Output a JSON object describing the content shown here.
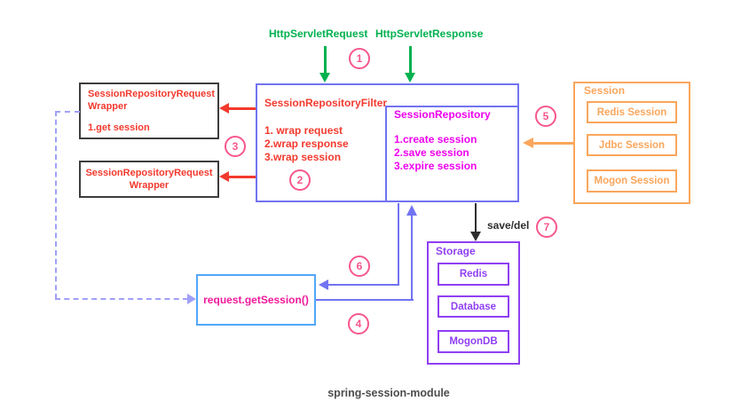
{
  "diagram_title": "spring-session-module",
  "inputs": {
    "request_label": "HttpServletRequest",
    "response_label": "HttpServletResponse"
  },
  "filter_box": {
    "title": "SessionRepositoryFilter",
    "items": [
      "1. wrap request",
      "2.wrap response",
      "3.wrap session"
    ]
  },
  "repository_box": {
    "title": "SessionRepository",
    "items": [
      "1.create session",
      "2.save session",
      "3.expire session"
    ]
  },
  "wrapper_top_box": {
    "title_line1": "SessionRepositoryRequest",
    "title_line2": "Wrapper",
    "note": "1.get session"
  },
  "wrapper_bottom_box": {
    "title_line1": "SessionRepositoryRequest",
    "title_line2": "Wrapper"
  },
  "session_box": {
    "title": "Session",
    "items": [
      "Redis Session",
      "Jdbc Session",
      "Mogon Session"
    ]
  },
  "storage_box": {
    "title": "Storage",
    "items": [
      "Redis",
      "Database",
      "MogonDB"
    ]
  },
  "get_session_box": {
    "label": "request.getSession()"
  },
  "annotations": {
    "save_del": "save/del"
  },
  "steps": [
    "1",
    "2",
    "3",
    "4",
    "5",
    "6",
    "7"
  ],
  "colors": {
    "green": "#00b14f",
    "red": "#f23a2e",
    "blue": "#7173f2",
    "magenta": "#ee00ee",
    "pink": "#f7578c",
    "orange": "#faa65c",
    "purple": "#8f3ff2",
    "light_blue": "#52a7f9",
    "pink_text": "#f01a9c",
    "lavender": "#a0a0f8",
    "dark_border": "#3d3d3d",
    "arrow_black": "#2e2e2e",
    "title_gray": "#4d4d4d"
  }
}
